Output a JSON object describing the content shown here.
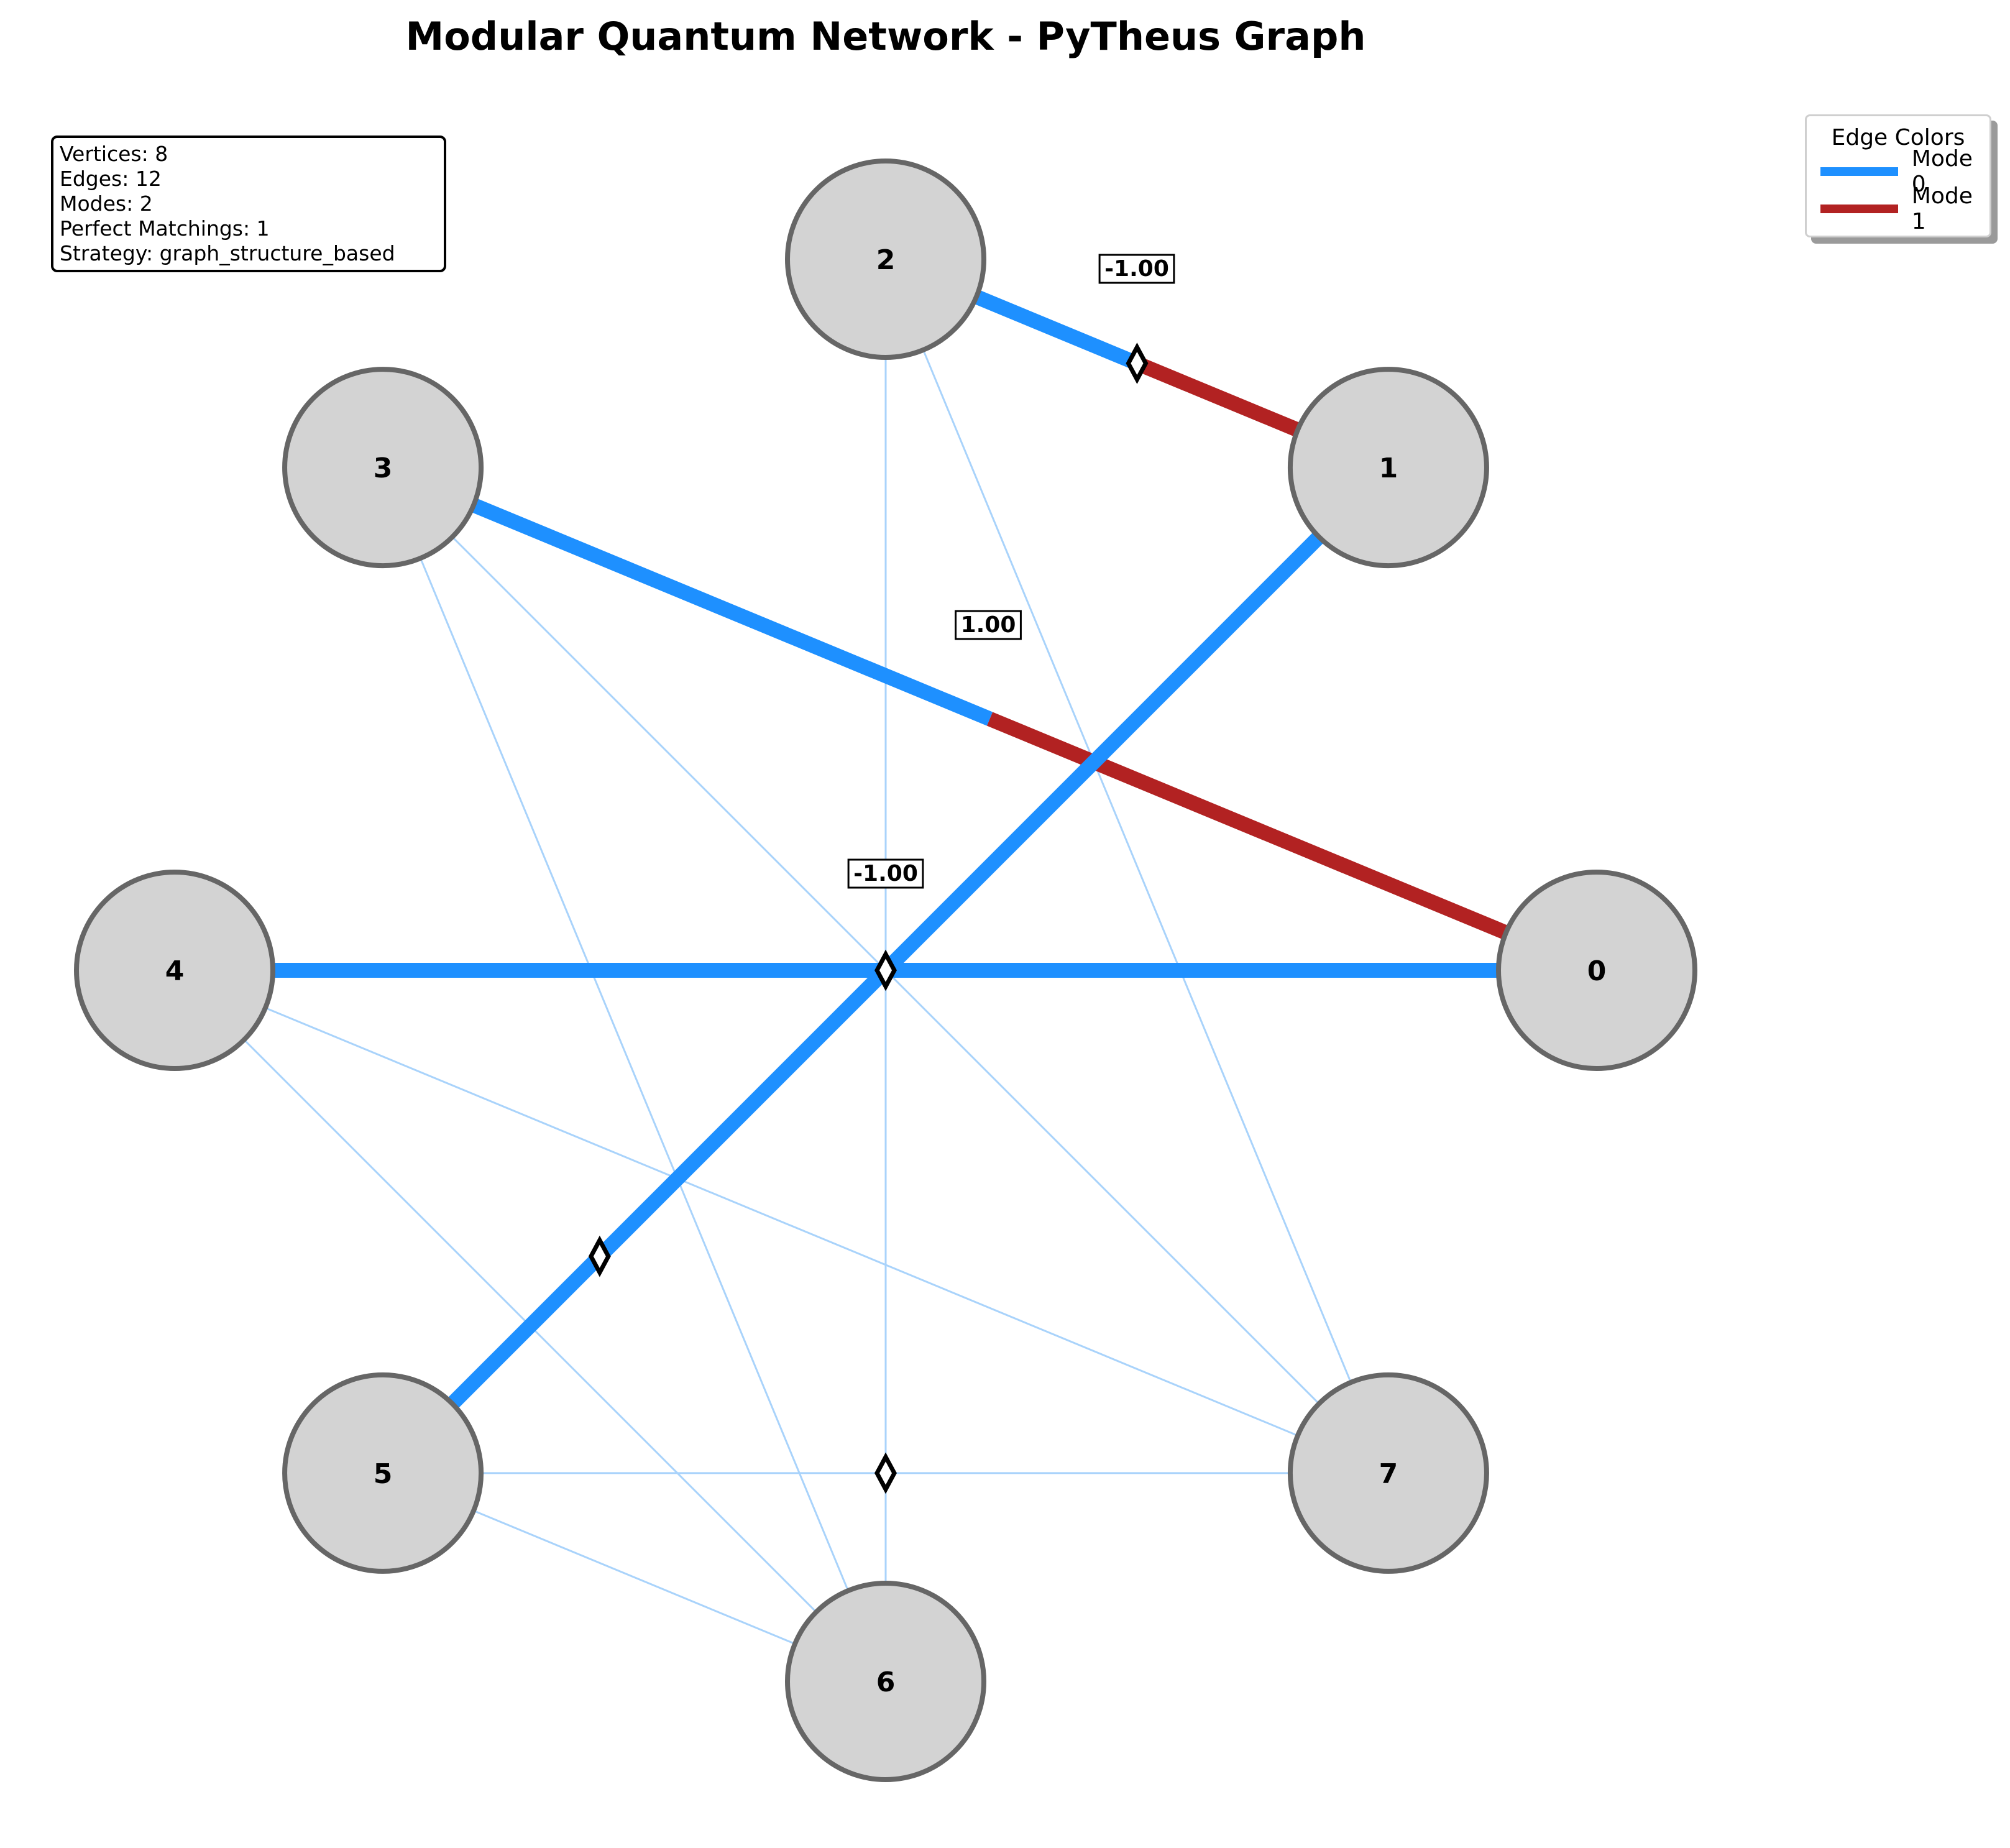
{
  "title": "Modular Quantum Network - PyTheus Graph",
  "info": {
    "vertices": "Vertices: 8",
    "edges": "Edges: 12",
    "modes": "Modes: 2",
    "perfect_matchings": "Perfect Matchings: 1",
    "strategy": "Strategy: graph_structure_based"
  },
  "legend": {
    "title": "Edge Colors",
    "items": [
      {
        "label": "Mode 0",
        "color": "#1E90FF"
      },
      {
        "label": "Mode 1",
        "color": "#B22222"
      }
    ]
  },
  "colors": {
    "mode0": "#1E90FF",
    "mode1": "#B22222",
    "thin_edge": "#A9D3FB",
    "node_fill": "#D3D3D3",
    "node_stroke": "#666666"
  },
  "nodes": [
    "0",
    "1",
    "2",
    "3",
    "4",
    "5",
    "6",
    "7"
  ],
  "highlighted_edges": [
    {
      "from": "2",
      "to": "1",
      "modes": [
        0,
        1
      ],
      "weight": "-1.00"
    },
    {
      "from": "3",
      "to": "0",
      "modes": [
        0,
        1
      ],
      "weight": "1.00"
    },
    {
      "from": "4",
      "to": "0",
      "modes": [
        0,
        0
      ],
      "weight": "-1.00"
    },
    {
      "from": "1",
      "to": "5",
      "modes": [
        0,
        0
      ],
      "weight": ""
    }
  ],
  "faint_edges": [
    [
      "2",
      "6"
    ],
    [
      "2",
      "7"
    ],
    [
      "3",
      "6"
    ],
    [
      "3",
      "7"
    ],
    [
      "4",
      "6"
    ],
    [
      "4",
      "7"
    ],
    [
      "5",
      "6"
    ],
    [
      "5",
      "7"
    ]
  ]
}
